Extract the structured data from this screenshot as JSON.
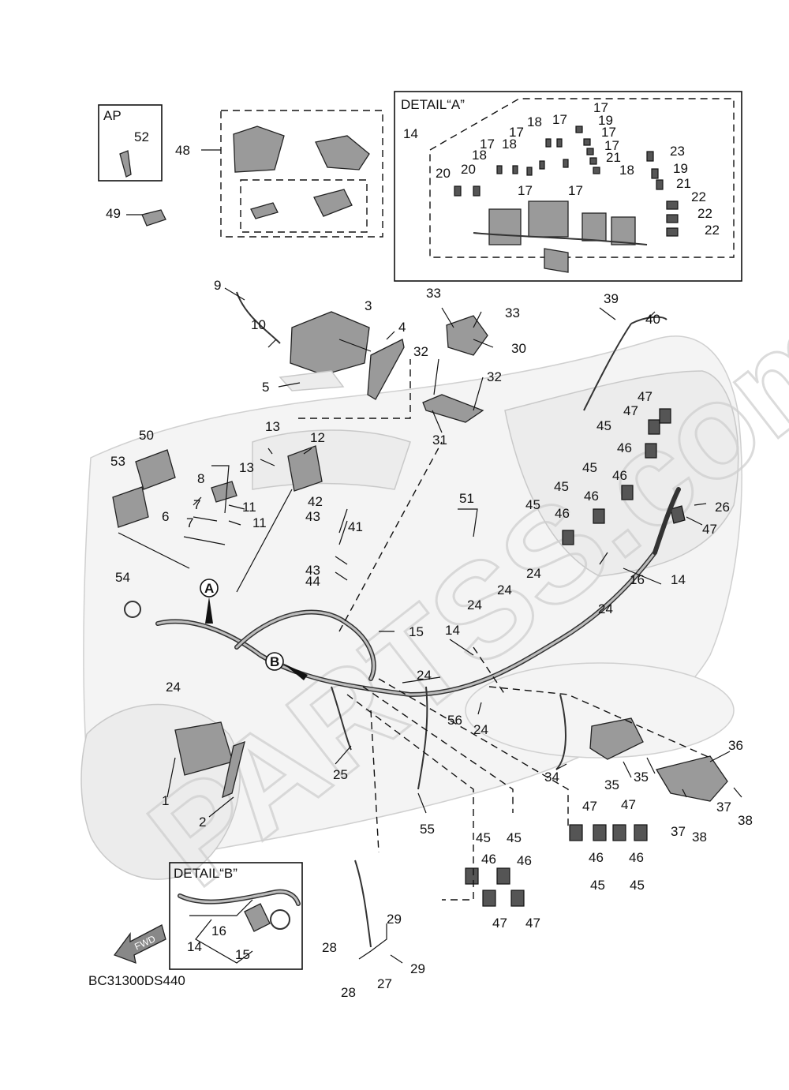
{
  "diagram": {
    "code": "BC31300DS440",
    "watermark": "PARTSS.com",
    "fwd_label": "FWD",
    "boxes": {
      "ap": "AP",
      "detail_a": "DETAIL“A”",
      "detail_b": "DETAIL“B”"
    },
    "markers": {
      "a": "A",
      "b": "B"
    },
    "callouts": {
      "c1": "1",
      "c2": "2",
      "c3": "3",
      "c4": "4",
      "c5": "5",
      "c6": "6",
      "c7a": "7",
      "c7b": "7",
      "c8": "8",
      "c9": "9",
      "c10": "10",
      "c11a": "11",
      "c11b": "11",
      "c12": "12",
      "c13a": "13",
      "c13b": "13",
      "c14a": "14",
      "c14b": "14",
      "c14c": "14",
      "c14d": "14",
      "c15a": "15",
      "c15b": "15",
      "c16a": "16",
      "c16b": "16",
      "c17a": "17",
      "c17b": "17",
      "c17c": "17",
      "c17d": "17",
      "c17e": "17",
      "c17f": "17",
      "c17g": "17",
      "c17h": "17",
      "c18a": "18",
      "c18b": "18",
      "c18c": "18",
      "c18d": "18",
      "c19a": "19",
      "c19b": "19",
      "c20a": "20",
      "c20b": "20",
      "c21a": "21",
      "c21b": "21",
      "c22a": "22",
      "c22b": "22",
      "c22c": "22",
      "c23": "23",
      "c24a": "24",
      "c24b": "24",
      "c24c": "24",
      "c24d": "24",
      "c24e": "24",
      "c24f": "24",
      "c24g": "24",
      "c25": "25",
      "c26": "26",
      "c27": "27",
      "c28a": "28",
      "c28b": "28",
      "c29a": "29",
      "c29b": "29",
      "c30": "30",
      "c31": "31",
      "c32a": "32",
      "c32b": "32",
      "c33a": "33",
      "c33b": "33",
      "c34": "34",
      "c35a": "35",
      "c35b": "35",
      "c36": "36",
      "c37a": "37",
      "c37b": "37",
      "c38a": "38",
      "c38b": "38",
      "c39": "39",
      "c40": "40",
      "c41": "41",
      "c42": "42",
      "c43a": "43",
      "c43b": "43",
      "c44": "44",
      "c45a": "45",
      "c45b": "45",
      "c45c": "45",
      "c45d": "45",
      "c45e": "45",
      "c45f": "45",
      "c45g": "45",
      "c45h": "45",
      "c46a": "46",
      "c46b": "46",
      "c46c": "46",
      "c46d": "46",
      "c46e": "46",
      "c46f": "46",
      "c46g": "46",
      "c46h": "46",
      "c47a": "47",
      "c47b": "47",
      "c47c": "47",
      "c47d": "47",
      "c47e": "47",
      "c47f": "47",
      "c47g": "47",
      "c48": "48",
      "c49": "49",
      "c50": "50",
      "c51": "51",
      "c52": "52",
      "c53": "53",
      "c54": "54",
      "c55": "55",
      "c56": "56"
    }
  }
}
